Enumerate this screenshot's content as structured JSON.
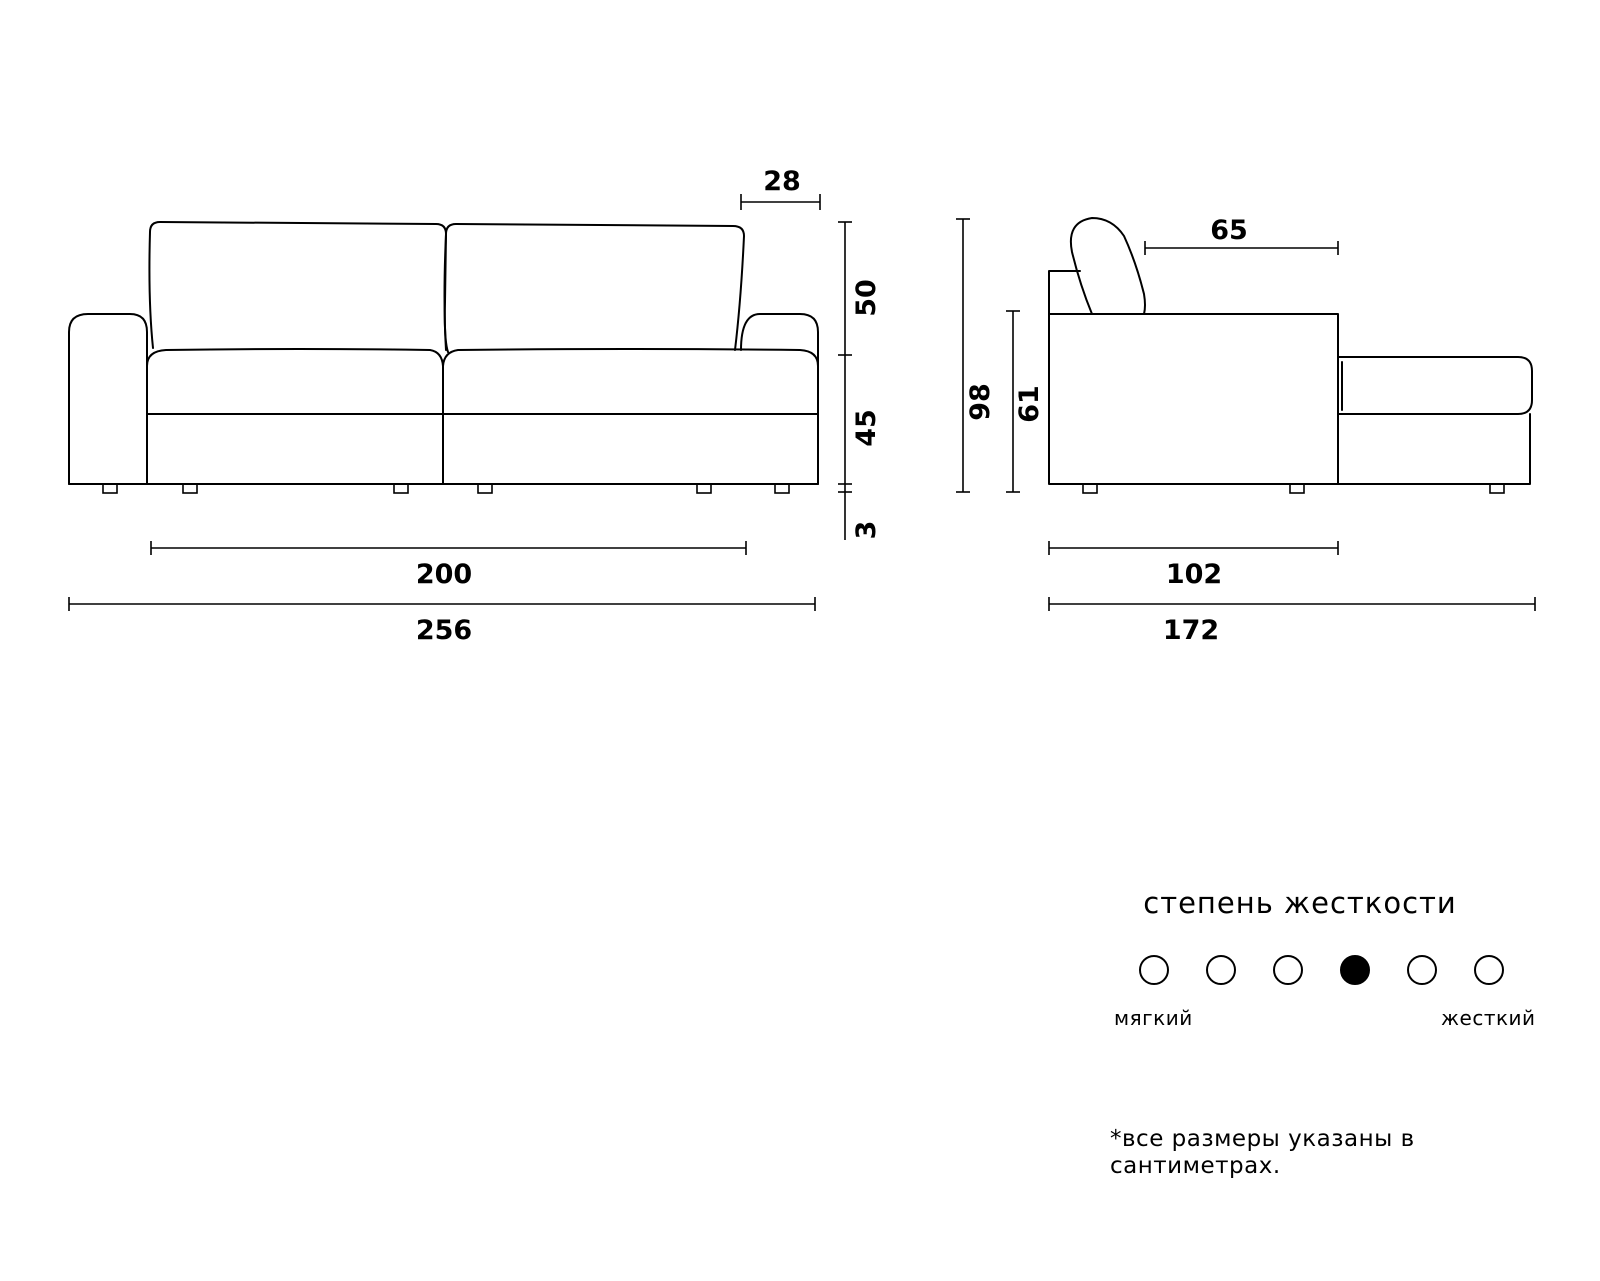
{
  "dimensions": {
    "front_cushion_width": "28",
    "back_height": "50",
    "seat_height": "45",
    "leg_height": "3",
    "inner_width": "200",
    "total_width": "256",
    "total_height": "98",
    "arm_height": "61",
    "seat_depth": "65",
    "depth": "102",
    "depth_extended": "172"
  },
  "firmness": {
    "title": "степень жесткости",
    "levels": 6,
    "selected": 4,
    "min_label": "мягкий",
    "max_label": "жесткий"
  },
  "note": "*все размеры указаны в сантиметрах."
}
